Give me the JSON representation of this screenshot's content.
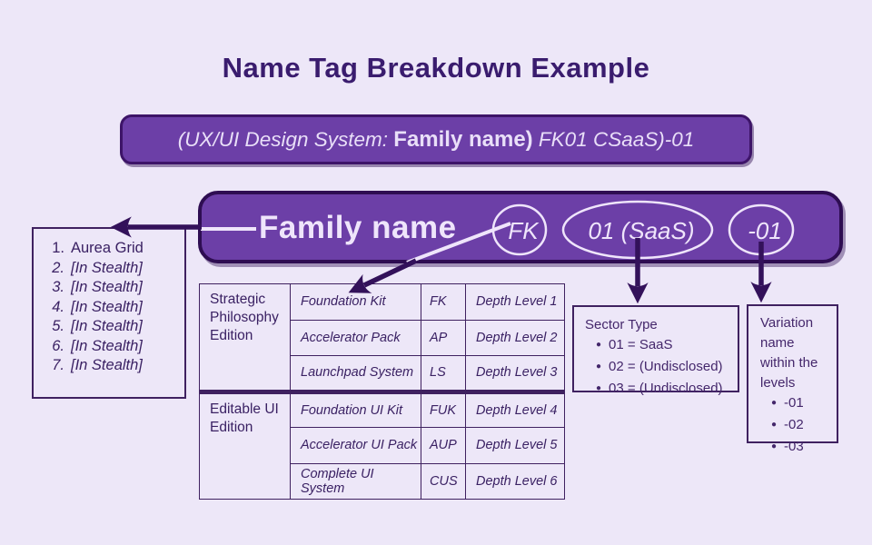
{
  "title": "Name Tag Breakdown Example",
  "colors": {
    "background": "#EDE7F8",
    "brand_purple": "#6C3FA7",
    "dark_border": "#2E0D52",
    "arrow": "#33115A",
    "dark_text": "#3A2163",
    "light_text": "#EFE5FB"
  },
  "tag_pill": {
    "prefix": "(UX/UI Design System: ",
    "bold": "Family name)",
    "suffix": " FK01 CSaaS)-01"
  },
  "banner": {
    "family": "Family name",
    "code": "FK",
    "sector": "01 (SaaS)",
    "variation": "-01"
  },
  "left_list": {
    "items": [
      {
        "num": "1.",
        "text": "Aurea Grid"
      },
      {
        "num": "2.",
        "text": "[In Stealth]"
      },
      {
        "num": "3.",
        "text": "[In Stealth]"
      },
      {
        "num": "4.",
        "text": "[In Stealth]"
      },
      {
        "num": "5.",
        "text": "[In Stealth]"
      },
      {
        "num": "6.",
        "text": "[In Stealth]"
      },
      {
        "num": "7.",
        "text": "[In Stealth]"
      }
    ]
  },
  "table": {
    "groups": [
      {
        "label": "Strategic Philosophy Edition"
      },
      {
        "label": "Editable UI Edition"
      }
    ],
    "rows": [
      {
        "name": "Foundation Kit",
        "abbr": "FK",
        "depth": "Depth Level 1"
      },
      {
        "name": "Accelerator Pack",
        "abbr": "AP",
        "depth": "Depth Level 2"
      },
      {
        "name": "Launchpad System",
        "abbr": "LS",
        "depth": "Depth Level 3"
      },
      {
        "name": "Foundation UI Kit",
        "abbr": "FUK",
        "depth": "Depth Level 4"
      },
      {
        "name": "Accelerator UI Pack",
        "abbr": "AUP",
        "depth": "Depth Level 5"
      },
      {
        "name": "Complete UI System",
        "abbr": "CUS",
        "depth": "Depth Level 6"
      }
    ]
  },
  "sector_box": {
    "title": "Sector Type",
    "bullets": [
      "01 = SaaS",
      "02 = (Undisclosed)",
      "03 = (Undisclosed)"
    ]
  },
  "variation_box": {
    "title": "Variation name within the levels",
    "bullets": [
      "-01",
      "-02",
      "-03"
    ]
  }
}
